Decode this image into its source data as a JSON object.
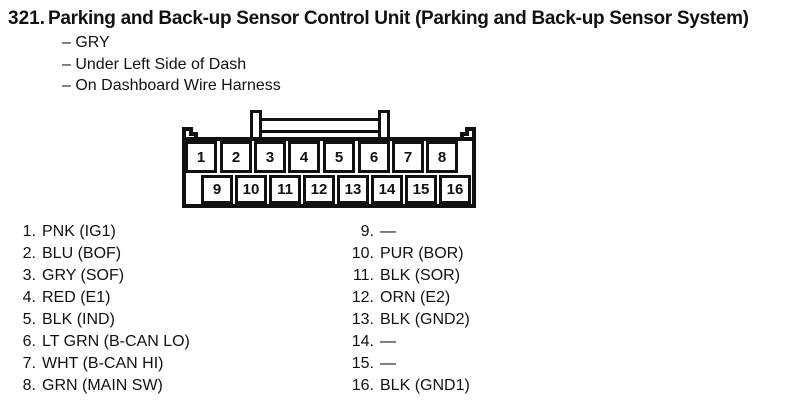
{
  "page": {
    "section_number": "321.",
    "title": "Parking and Back-up Sensor Control Unit (Parking and Back-up Sensor System)",
    "details": "– GRY\n– Under Left Side of Dash\n– On Dashboard Wire Harness"
  },
  "connector": {
    "top_row": [
      "1",
      "2",
      "3",
      "4",
      "5",
      "6",
      "7",
      "8"
    ],
    "bottom_row": [
      "9",
      "10",
      "11",
      "12",
      "13",
      "14",
      "15",
      "16"
    ]
  },
  "pins_left": [
    {
      "num": "1.",
      "label": "PNK (IG1)"
    },
    {
      "num": "2.",
      "label": "BLU (BOF)"
    },
    {
      "num": "3.",
      "label": "GRY (SOF)"
    },
    {
      "num": "4.",
      "label": "RED (E1)"
    },
    {
      "num": "5.",
      "label": "BLK (IND)"
    },
    {
      "num": "6.",
      "label": "LT GRN (B-CAN LO)"
    },
    {
      "num": "7.",
      "label": "WHT (B-CAN HI)"
    },
    {
      "num": "8.",
      "label": "GRN (MAIN SW)"
    }
  ],
  "pins_right": [
    {
      "num": "9.",
      "label": "—"
    },
    {
      "num": "10.",
      "label": "PUR (BOR)"
    },
    {
      "num": "11.",
      "label": "BLK (SOR)"
    },
    {
      "num": "12.",
      "label": "ORN (E2)"
    },
    {
      "num": "13.",
      "label": "BLK (GND2)"
    },
    {
      "num": "14.",
      "label": "—"
    },
    {
      "num": "15.",
      "label": "—"
    },
    {
      "num": "16.",
      "label": "BLK (GND1)"
    }
  ],
  "colors": {
    "ink": "#111111",
    "paper": "#ffffff"
  }
}
